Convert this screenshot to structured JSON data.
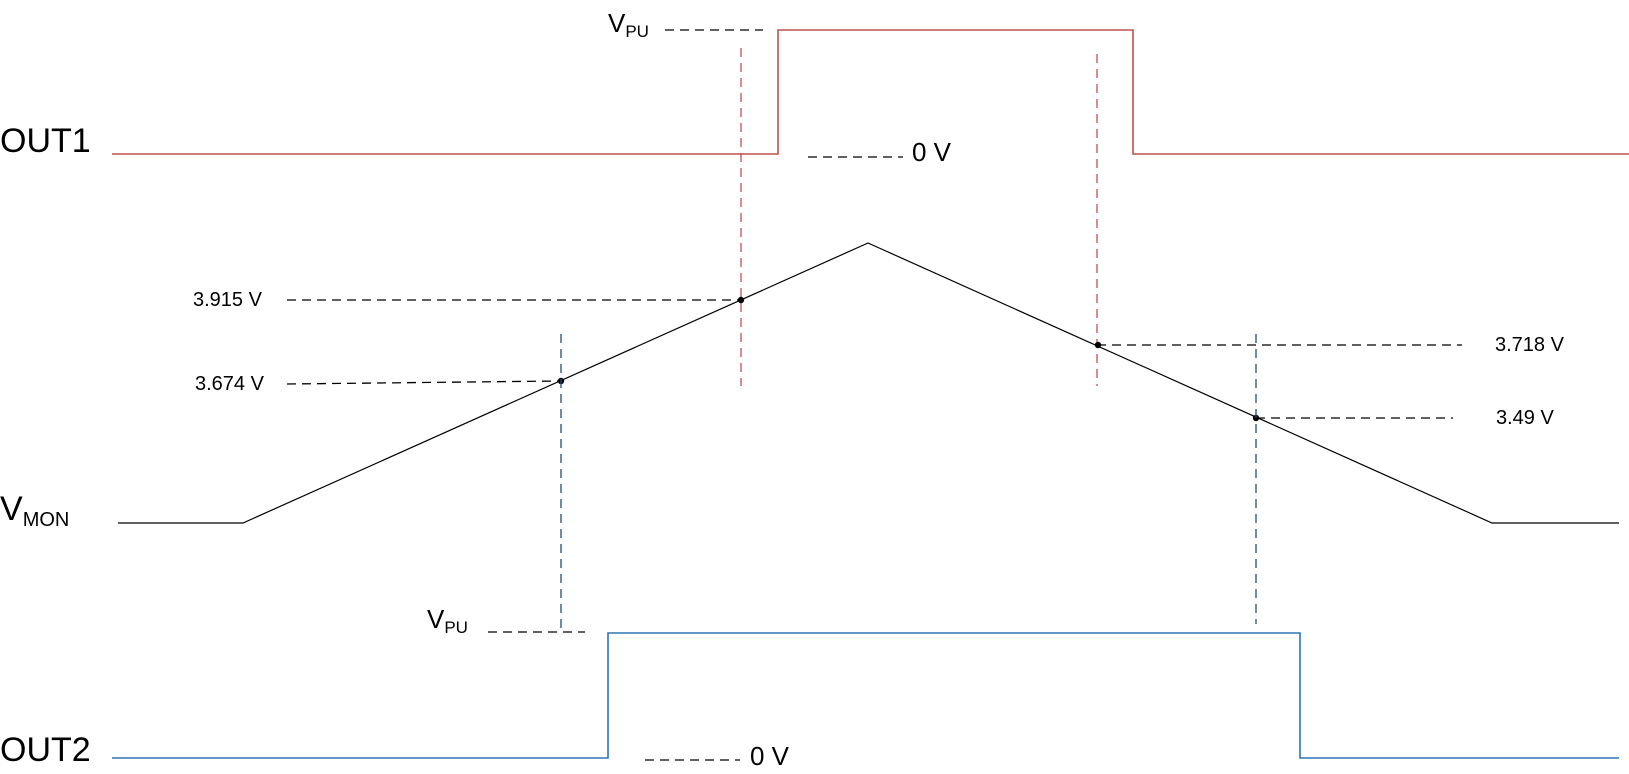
{
  "colors": {
    "out1": "#c0504d",
    "out2": "#2e75b6",
    "vmon": "#000000",
    "out1_guide": "#c0504d",
    "out2_guide": "#1f4e79"
  },
  "signals": {
    "out1": {
      "label": "OUT1"
    },
    "vmon": {
      "label": "V",
      "sub": "MON"
    },
    "out2": {
      "label": "OUT2"
    }
  },
  "levels": {
    "out1_high": {
      "label": "V",
      "sub": "PU"
    },
    "out1_low": {
      "label": "0 V"
    },
    "out2_high": {
      "label": "V",
      "sub": "PU"
    },
    "out2_low": {
      "label": "0 V"
    }
  },
  "thresholds": [
    {
      "label": "3.915 V",
      "side": "left",
      "edge": "rising",
      "output": "OUT1"
    },
    {
      "label": "3.674 V",
      "side": "left",
      "edge": "rising",
      "output": "OUT2"
    },
    {
      "label": "3.718 V",
      "side": "right",
      "edge": "falling",
      "output": "OUT1"
    },
    {
      "label": "3.49 V",
      "side": "right",
      "edge": "falling",
      "output": "OUT2"
    }
  ]
}
